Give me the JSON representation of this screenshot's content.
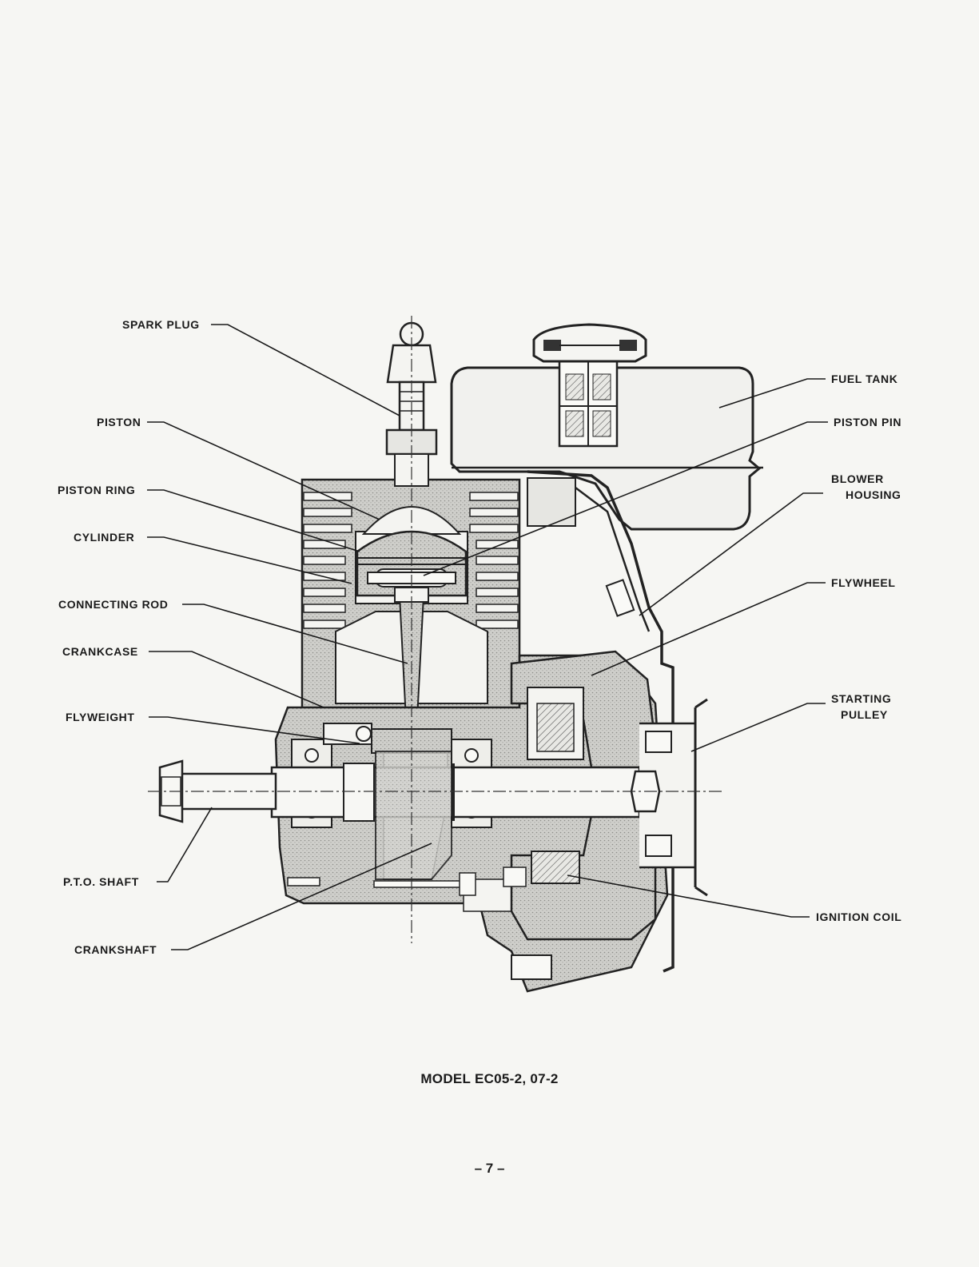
{
  "labels": {
    "spark_plug": "SPARK PLUG",
    "piston": "PISTON",
    "piston_ring": "PISTON RING",
    "cylinder": "CYLINDER",
    "connecting_rod": "CONNECTING ROD",
    "crankcase": "CRANKCASE",
    "flyweight": "FLYWEIGHT",
    "pto_shaft": "P.T.O. SHAFT",
    "crankshaft": "CRANKSHAFT",
    "fuel_tank": "FUEL TANK",
    "piston_pin": "PISTON PIN",
    "blower_housing_1": "BLOWER",
    "blower_housing_2": "HOUSING",
    "flywheel": "FLYWHEEL",
    "starting_pulley_1": "STARTING",
    "starting_pulley_2": "PULLEY",
    "ignition_coil": "IGNITION COIL"
  },
  "caption": "MODEL EC05-2, 07-2",
  "page_number": "– 7 –"
}
